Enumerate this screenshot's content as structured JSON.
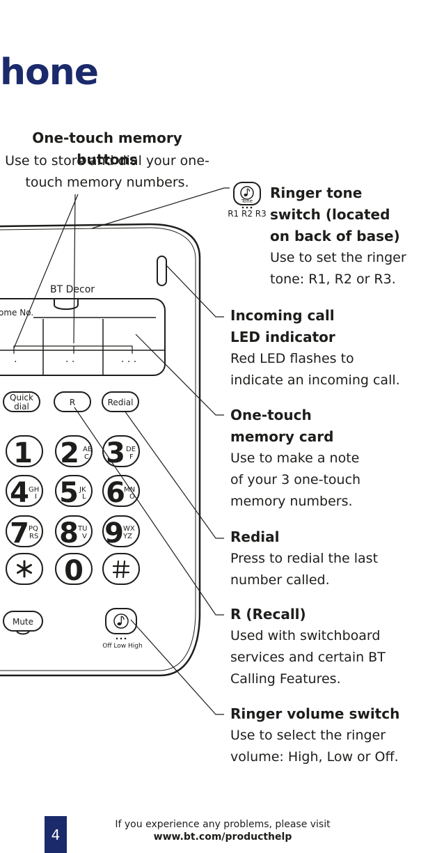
{
  "page_title": "hone",
  "sections": {
    "one_touch_buttons": {
      "heading": "One-touch memory buttons",
      "body_line1": "Use to store and dial your one-",
      "body_line2": "touch memory numbers."
    },
    "ringer_tone": {
      "heading_line1": "Ringer tone",
      "heading_line2": "switch (located",
      "heading_line3": "on back of base)",
      "body_line1": "Use to set the ringer",
      "body_line2": "tone: R1, R2 or R3."
    },
    "incoming_led": {
      "heading_line1": "Incoming call",
      "heading_line2": "LED indicator",
      "body_line1": "Red LED flashes to",
      "body_line2": "indicate an incoming call."
    },
    "memory_card": {
      "heading_line1": "One-touch",
      "heading_line2": "memory card",
      "body_line1": "Use to make a note",
      "body_line2": "of your 3 one-touch",
      "body_line3": "memory numbers."
    },
    "redial": {
      "heading": "Redial",
      "body_line1": "Press to redial the last",
      "body_line2": "number called."
    },
    "recall": {
      "heading": "R (Recall)",
      "body_line1": "Used with switchboard",
      "body_line2": "services and certain BT",
      "body_line3": "Calling Features."
    },
    "ringer_volume": {
      "heading": "Ringer volume switch",
      "body_line1": "Use to select the ringer",
      "body_line2": "volume: High, Low or Off."
    }
  },
  "phone": {
    "brand": "BT Decor",
    "home_no": "ome No.",
    "memory_dots": [
      "·",
      "· ·",
      "· · ·"
    ],
    "quick_dial_line1": "Quick",
    "quick_dial_line2": "dial",
    "recall_key": "R",
    "redial_key": "Redial",
    "mute_key": "Mute",
    "keys": [
      {
        "num": "1",
        "sub1": "",
        "sub2": ""
      },
      {
        "num": "2",
        "sub1": "AB",
        "sub2": "C"
      },
      {
        "num": "3",
        "sub1": "DE",
        "sub2": "F"
      },
      {
        "num": "4",
        "sub1": "GH",
        "sub2": "I"
      },
      {
        "num": "5",
        "sub1": "JK",
        "sub2": "L"
      },
      {
        "num": "6",
        "sub1": "MN",
        "sub2": "O"
      },
      {
        "num": "7",
        "sub1": "PQ",
        "sub2": "RS"
      },
      {
        "num": "8",
        "sub1": "TU",
        "sub2": "V"
      },
      {
        "num": "9",
        "sub1": "WX",
        "sub2": "YZ"
      },
      {
        "num": "0",
        "sub1": "",
        "sub2": ""
      }
    ],
    "volume_labels": "Off Low High",
    "tone_label": "Tone",
    "tone_positions": "R1 R2 R3"
  },
  "footer": {
    "page_number": "4",
    "line1": "If you experience any problems, please visit",
    "url": "www.bt.com/producthelp"
  }
}
